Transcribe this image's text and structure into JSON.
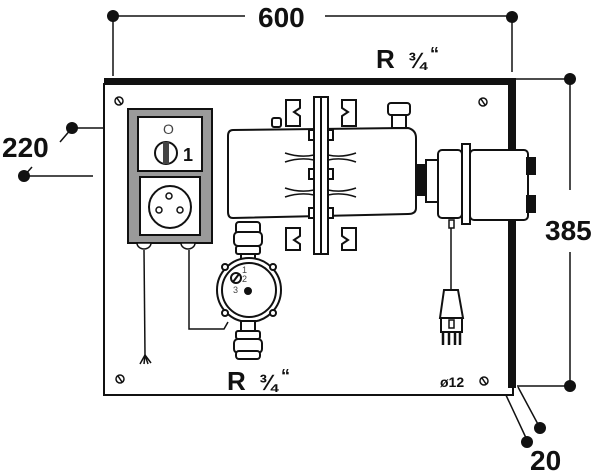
{
  "diagram": {
    "title": "Mounting plate dimensional drawing",
    "dimensions": {
      "width": "600",
      "height": "385",
      "depth_left": "220",
      "depth_bottom": "20",
      "hole_diameter": "ø12"
    },
    "connections": {
      "top": {
        "prefix": "R",
        "size": "3/4",
        "size_display": "¾",
        "mark": "“"
      },
      "bottom": {
        "prefix": "R",
        "size": "3/4",
        "size_display": "¾",
        "mark": "“"
      }
    },
    "switch": {
      "off_label": "O",
      "on_label": "1"
    },
    "pump_speed_labels": [
      "1",
      "2",
      "3"
    ],
    "colors": {
      "line": "#111111",
      "switch_box": "#9a9a9a",
      "background": "#ffffff"
    }
  }
}
